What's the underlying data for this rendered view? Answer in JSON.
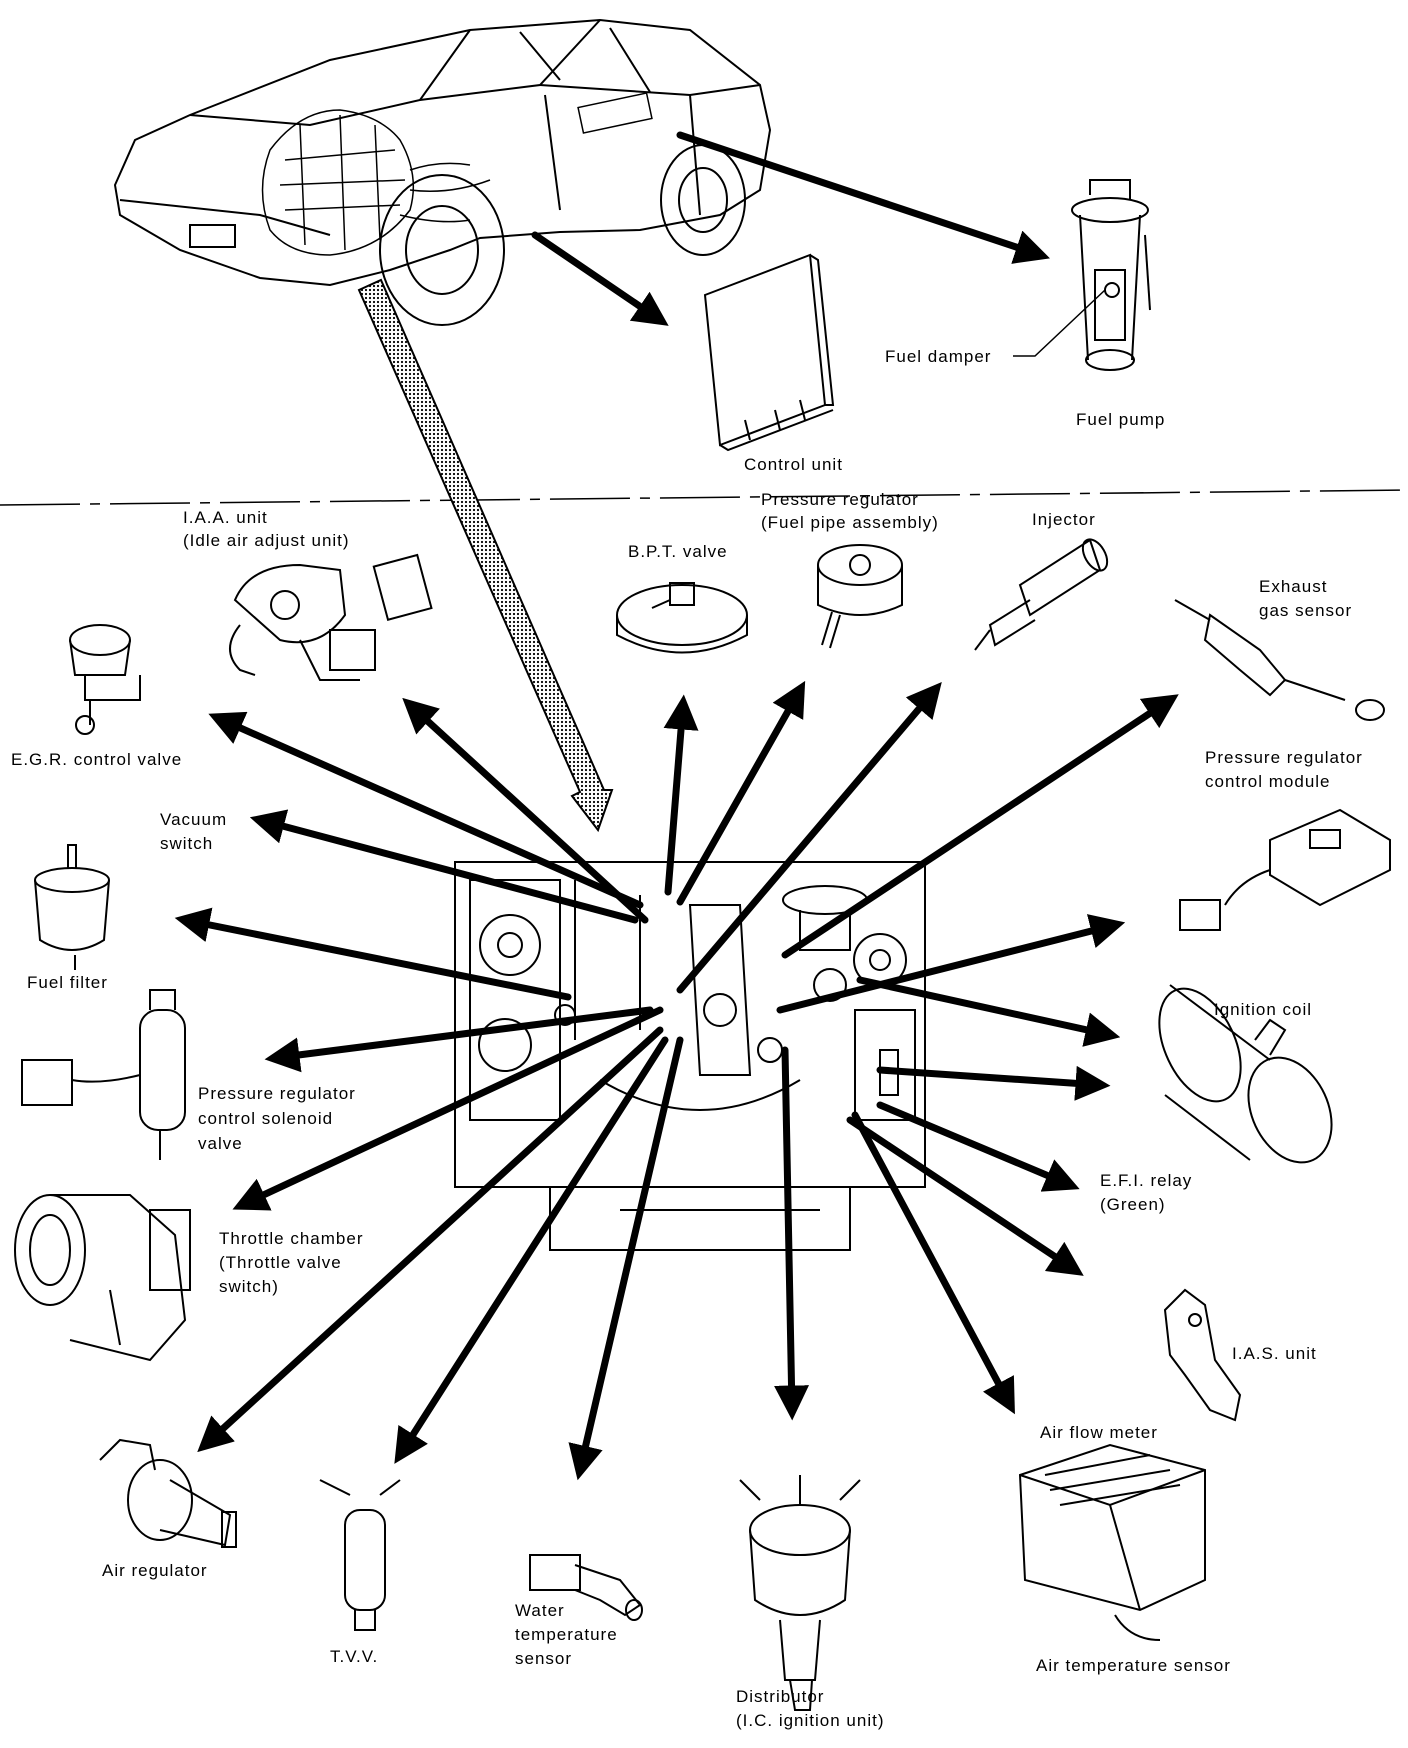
{
  "labels": {
    "fuel_damper": "Fuel damper",
    "fuel_pump": "Fuel pump",
    "control_unit": "Control unit",
    "iaa_unit": "I.A.A. unit",
    "iaa_unit_full": "(Idle air adjust unit)",
    "bpt_valve": "B.P.T. valve",
    "pressure_regulator": "Pressure regulator",
    "pressure_regulator_sub": "(Fuel pipe assembly)",
    "injector": "Injector",
    "exhaust_gas_1": "Exhaust",
    "exhaust_gas_2": "gas sensor",
    "egr_valve": "E.G.R. control valve",
    "pr_module_1": "Pressure regulator",
    "pr_module_2": "control module",
    "vacuum_1": "Vacuum",
    "vacuum_2": "switch",
    "fuel_filter": "Fuel filter",
    "ignition_coil": "Ignition coil",
    "pr_solenoid_1": "Pressure regulator",
    "pr_solenoid_2": "control solenoid",
    "pr_solenoid_3": "valve",
    "efi_relay_1": "E.F.I. relay",
    "efi_relay_2": "(Green)",
    "throttle_1": "Throttle chamber",
    "throttle_2": "(Throttle valve",
    "throttle_3": "switch)",
    "ias_unit": "I.A.S. unit",
    "air_flow_meter": "Air flow meter",
    "air_regulator": "Air regulator",
    "tvv": "T.V.V.",
    "water_1": "Water",
    "water_2": "temperature",
    "water_3": "sensor",
    "distributor_1": "Distributor",
    "distributor_2": "(I.C. ignition unit)",
    "air_temp": "Air temperature sensor"
  }
}
